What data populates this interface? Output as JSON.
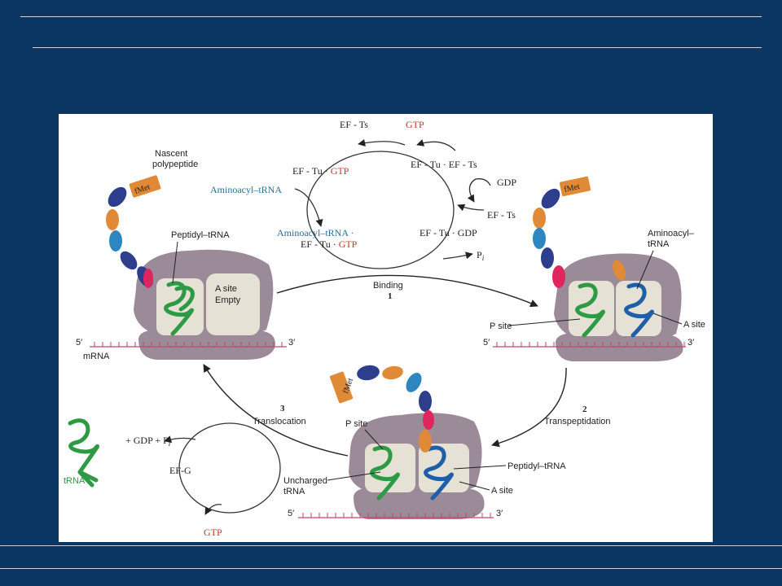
{
  "colors": {
    "background": "#0b3563",
    "panel": "#ffffff",
    "ribosome": "#9b8a98",
    "site": "#e6e1d5",
    "trna_green": "#2f9a45",
    "trna_blue": "#1e5fa8",
    "fmet": "#e08a37",
    "mrna": "#c9446a",
    "gtp_red": "#c0392b",
    "aminoacyl_blue": "#2a6f97"
  },
  "labels": {
    "ef_ts_top": "EF - Ts",
    "gtp_top": "GTP",
    "ef_tu_gtp": "EF - Tu · GTP",
    "ef_tu_ef_ts": "EF - Tu · EF - Ts",
    "gdp": "GDP",
    "ef_ts_right": "EF - Ts",
    "aminoacyl_trna_input": "Aminoacyl–tRNA",
    "aminoacyl_trna_complex_1": "Aminoacyl–tRNA ·",
    "aminoacyl_trna_complex_2": "EF - Tu · GTP",
    "ef_tu_gdp": "EF - Tu · GDP",
    "pi": "P",
    "pi_sub": "i",
    "binding": "Binding",
    "step1": "1",
    "nascent_1": "Nascent",
    "nascent_2": "polypeptide",
    "peptidyl_trna_left": "Peptidyl–tRNA",
    "a_site_empty_1": "A site",
    "a_site_empty_2": "Empty",
    "mrna": "mRNA",
    "five_prime": "5′",
    "three_prime": "3′",
    "fmet": "fMet",
    "aminoacyl_right_1": "Aminoacyl–",
    "aminoacyl_right_2": "tRNA",
    "p_site": "P site",
    "a_site": "A site",
    "step2": "2",
    "transpeptidation": "Transpeptidation",
    "step3": "3",
    "translocation": "Translocation",
    "gdp_pi": "+ GDP + P",
    "trna": "tRNA",
    "ef_g": "EF-G",
    "gtp_bottom": "GTP",
    "uncharged_1": "Uncharged",
    "uncharged_2": "tRNA",
    "peptidyl_trna_bottom": "Peptidyl–tRNA"
  }
}
